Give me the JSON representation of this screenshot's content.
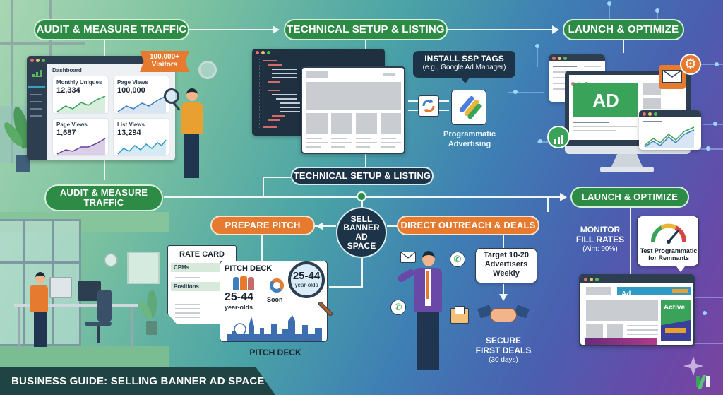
{
  "title": "BUSINESS GUIDE: SELLING BANNER AD SPACE",
  "center_node": {
    "label": "SELL BANNER AD SPACE"
  },
  "top_flow": [
    {
      "label": "AUDIT & MEASURE TRAFFIC",
      "color": "#2e8b45"
    },
    {
      "label": "TECHNICAL SETUP & LISTING",
      "color": "#2e8b45"
    },
    {
      "label": "LAUNCH & OPTIMIZE",
      "color": "#2e8b45"
    }
  ],
  "branches": {
    "audit": "AUDIT & MEASURE TRAFFIC",
    "technical": "TECHNICAL SETUP & LISTING",
    "launch": "LAUNCH & OPTIMIZE",
    "prepare": "PREPARE PITCH",
    "outreach": "DIRECT OUTREACH & DEALS"
  },
  "dashboard": {
    "title": "Dashboard",
    "badge_line1": "100,000+",
    "badge_line2": "Visitors",
    "cards": [
      {
        "label": "Monthly Uniques",
        "value": "12,334",
        "color": "#3aa35a"
      },
      {
        "label": "Page Views",
        "value": "100,000",
        "color": "#3d7fc1"
      },
      {
        "label": "Page Views",
        "value": "1,687",
        "color": "#6a3fa0"
      },
      {
        "label": "List Views",
        "value": "13,294",
        "color": "#2f9ac4"
      }
    ]
  },
  "ssp": {
    "title": "INSTALL SSP TAGS",
    "subtitle": "(e.g., Google Ad Manager)",
    "caption_line1": "Programmatic",
    "caption_line2": "Advertising"
  },
  "launch_monitor": {
    "ad_label": "AD"
  },
  "monitor": {
    "line1": "MONITOR",
    "line2": "FILL RATES",
    "line3": "(Aim: 90%)"
  },
  "gauge_bubble": {
    "line1": "Test Programmatic",
    "line2": "for Remnants"
  },
  "active_site": {
    "ad_label": "Ad",
    "active_label": "Active"
  },
  "rate_card": {
    "title": "RATE CARD",
    "rows": [
      "CPMs",
      "Positions"
    ]
  },
  "pitch_deck": {
    "title": "PITCH DECK",
    "age": "25-44",
    "age_label": "year-olds",
    "soon": "Soon",
    "magnified_age": "25-44",
    "magnified_label": "year-olds",
    "caption": "PITCH DECK"
  },
  "outreach": {
    "target_line1": "Target 10-20",
    "target_line2": "Advertisers",
    "target_line3": "Weekly",
    "secure_line1": "SECURE",
    "secure_line2": "FIRST DEALS",
    "secure_line3": "(30 days)"
  },
  "colors": {
    "green": "#2e8b45",
    "navy": "#1d3448",
    "orange": "#e67a2e",
    "purple": "#6a48a8"
  }
}
